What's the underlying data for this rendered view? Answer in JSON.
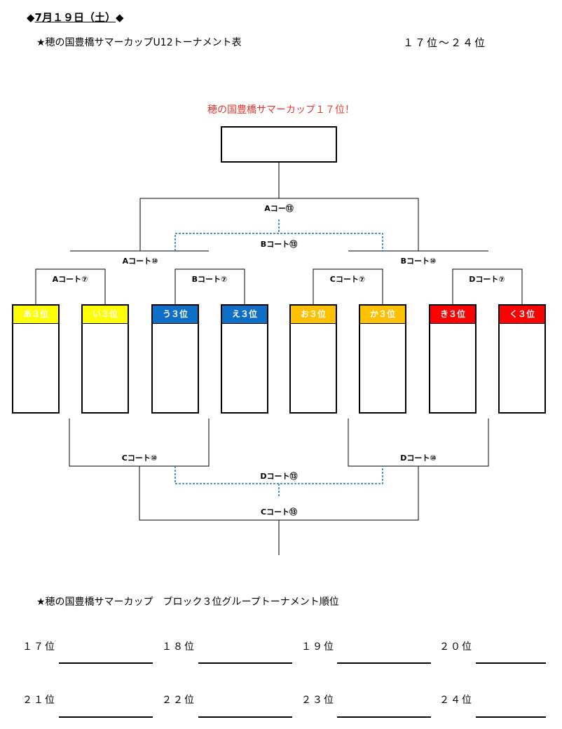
{
  "header": {
    "date_prefix": "◆",
    "date": "7月１９日（土）",
    "date_suffix": "◆",
    "subtitle": "★穂の国豊橋サマーカップU12トーナメント表",
    "rank_range": "１７位～２４位"
  },
  "bracket": {
    "winner_label": "穂の国豊橋サマーカップ１７位！",
    "courts": {
      "final_top": "Aコー⑬",
      "third_top": "Bコート⑬",
      "semi_left": "Aコート⑩",
      "semi_right": "Bコート⑩",
      "qf1": "Aコート⑦",
      "qf2": "Bコート⑦",
      "qf3": "Cコート⑦",
      "qf4": "Dコート⑦",
      "lower_left": "Cコート⑩",
      "lower_right": "Dコート⑩",
      "lower_third": "Dコート⑬",
      "lower_final": "Cコート⑬"
    },
    "teams": [
      {
        "label": "あ３位",
        "color": "#ffff00"
      },
      {
        "label": "い３位",
        "color": "#ffff00"
      },
      {
        "label": "う３位",
        "color": "#0f6fc6"
      },
      {
        "label": "え３位",
        "color": "#0f6fc6"
      },
      {
        "label": "お３位",
        "color": "#ffc000"
      },
      {
        "label": "か３位",
        "color": "#ffc000"
      },
      {
        "label": "き３位",
        "color": "#ff0000"
      },
      {
        "label": "く３位",
        "color": "#ff0000"
      }
    ]
  },
  "rankings": {
    "title": "★穂の国豊橋サマーカップ　ブロック３位グループトーナメント順位",
    "places": [
      "１７位",
      "１８位",
      "１９位",
      "２０位",
      "２１位",
      "２２位",
      "２３位",
      "２４位"
    ]
  }
}
